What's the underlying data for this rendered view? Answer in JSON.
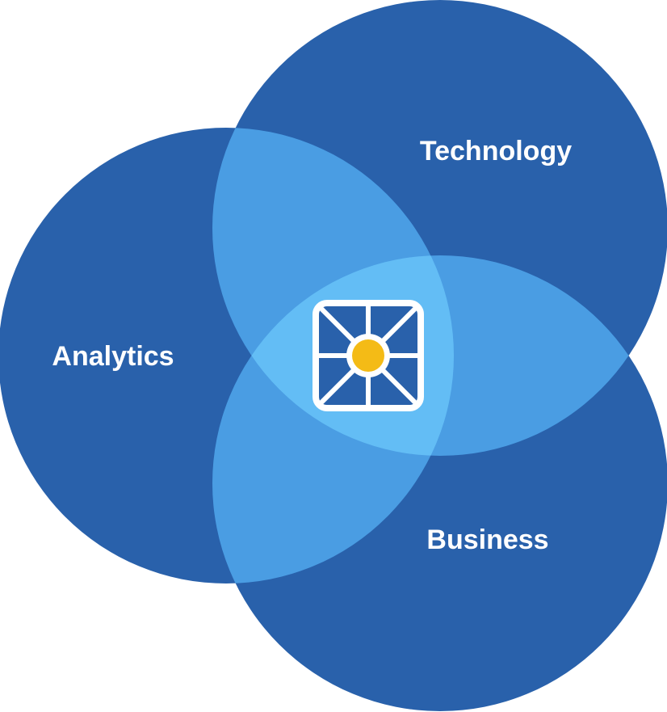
{
  "diagram": {
    "circles": [
      {
        "id": "technology",
        "label": "Technology"
      },
      {
        "id": "analytics",
        "label": "Analytics"
      },
      {
        "id": "business",
        "label": "Business"
      }
    ],
    "center_icon": "chip-sun-icon",
    "colors": {
      "circle": "#2961ab",
      "pair_overlap": "#4a9de3",
      "triple_overlap": "#63bdf5",
      "icon_tile": "#2961ab",
      "icon_border": "#ffffff",
      "icon_sun": "#f4bb16"
    }
  }
}
